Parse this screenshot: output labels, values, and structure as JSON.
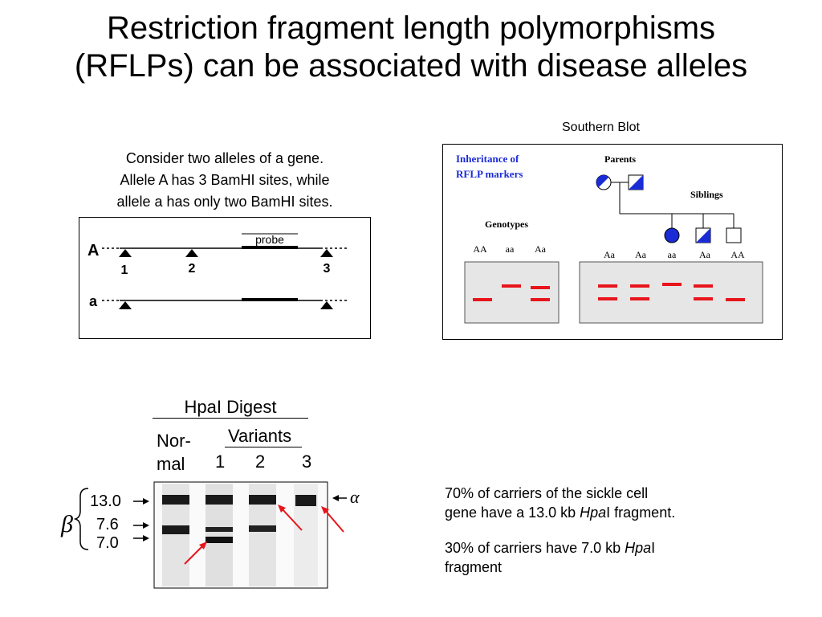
{
  "title": {
    "line1": "Restriction fragment length polymorphisms",
    "line2": "(RFLPs) can be associated with disease alleles"
  },
  "southern_blot": {
    "label": "Southern Blot",
    "heading_line1": "Inheritance of",
    "heading_line2": "RFLP markers",
    "parents_label": "Parents",
    "siblings_label": "Siblings",
    "genotypes_label": "Genotypes",
    "control_genotypes": [
      "AA",
      "aa",
      "Aa"
    ],
    "family_genotypes": [
      "Aa",
      "Aa",
      "aa",
      "Aa",
      "AA"
    ],
    "band_color": "#e8151b",
    "pedigree_color": "#1a2bd6"
  },
  "intro": {
    "line1": "Consider two alleles of a gene.",
    "line2": "Allele A has 3 BamHI sites, while",
    "line3": "allele a has only two BamHI sites."
  },
  "allele_map": {
    "allele_A": "A",
    "allele_a": "a",
    "probe_label": "probe",
    "site_numbers": [
      "1",
      "2",
      "3"
    ]
  },
  "hpa_gel": {
    "title": "HpaI Digest",
    "normal_line1": "Nor-",
    "normal_line2": "mal",
    "variants_label": "Variants",
    "variant_numbers": [
      "1",
      "2",
      "3"
    ],
    "beta_label": "β",
    "alpha_label": "α",
    "sizes": [
      "13.0",
      "7.6",
      "7.0"
    ],
    "arrow_color": "#e8151b"
  },
  "facts": {
    "fact1_line1": "70% of carriers of the sickle cell",
    "fact1_line2_pre": "gene have a 13.0 kb ",
    "fact1_line2_em": "Hpa",
    "fact1_line2_post": "I fragment.",
    "fact2_line1_pre": "30% of carriers have 7.0 kb ",
    "fact2_line1_em": "Hpa",
    "fact2_line1_post": "I",
    "fact2_line2": "fragment"
  }
}
